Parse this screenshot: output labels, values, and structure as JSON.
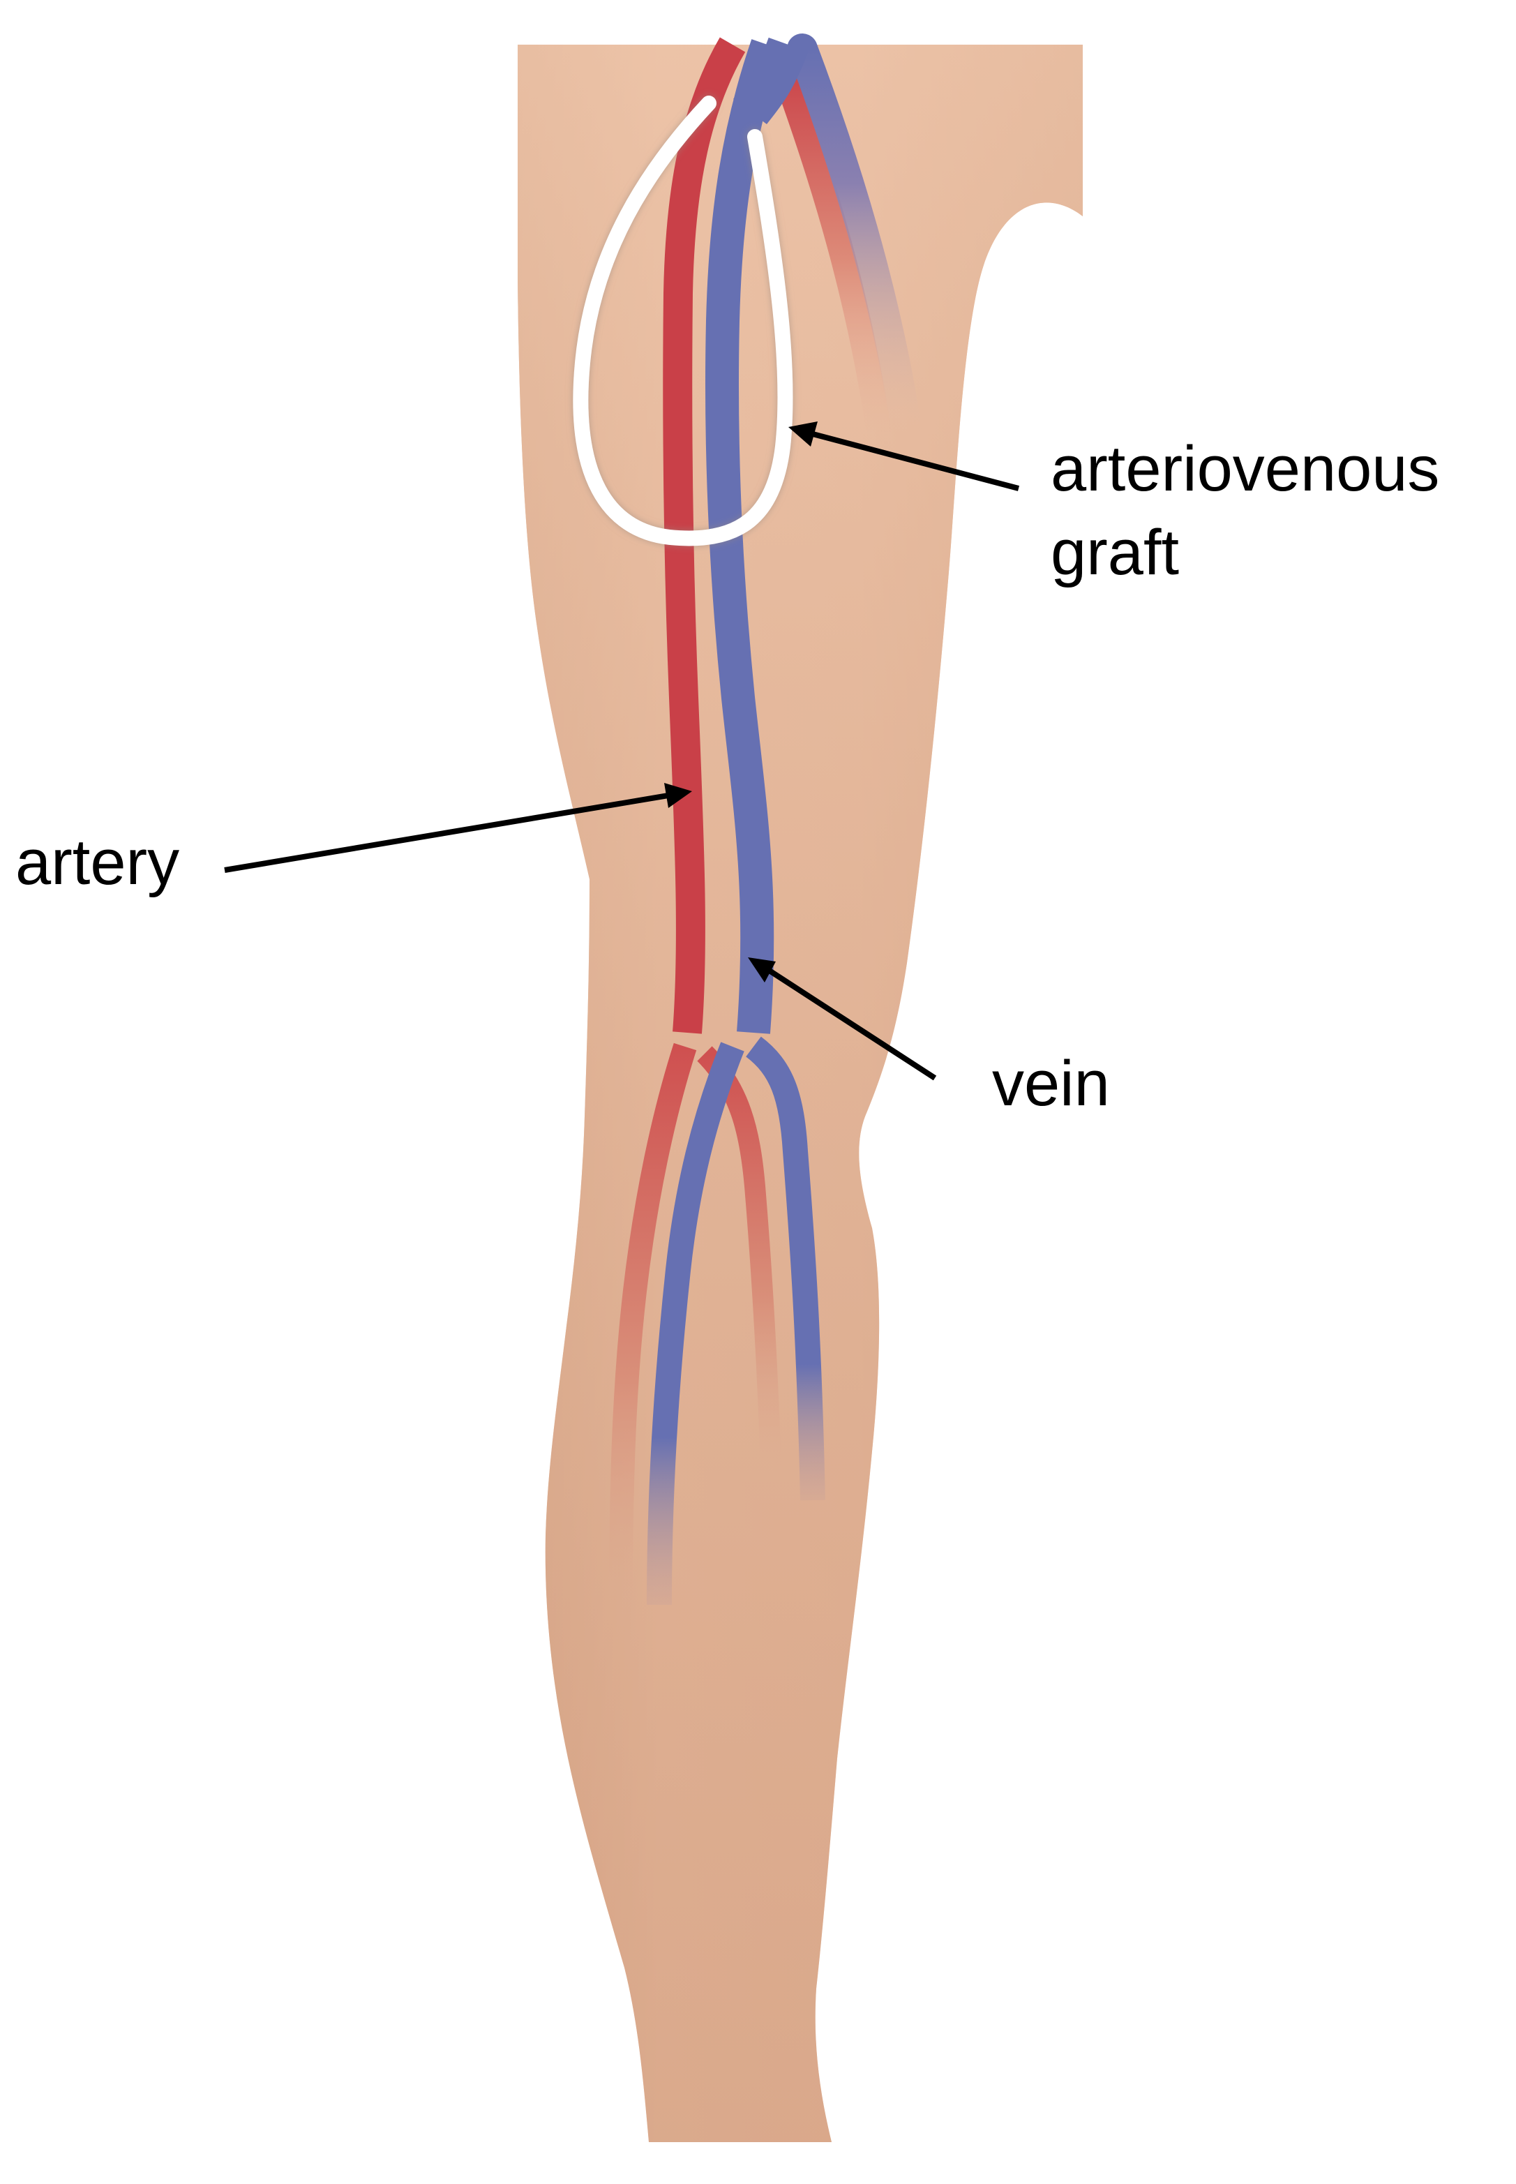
{
  "figure": {
    "subject": "Arteriovenous graft in the leg",
    "labels": {
      "graft_line1": "arteriovenous",
      "graft_line2": "graft",
      "artery": "artery",
      "vein": "vein"
    },
    "colors": {
      "background": "#ffffff",
      "skin_light": "#edc4a8",
      "skin_mid": "#e2b092",
      "skin_dark": "#d2a084",
      "artery": "#c94048",
      "artery_faded": "#d47a6c",
      "vein": "#6670b2",
      "graft": "#ffffff",
      "arrow": "#000000"
    }
  }
}
